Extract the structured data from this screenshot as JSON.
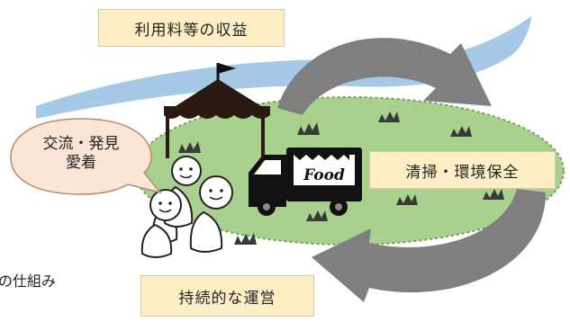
{
  "labels": {
    "revenue": "利用料等の収益",
    "cleaning": "清掃・環境保全",
    "operation": "持続的な運営",
    "exchange_line1": "交流・発見",
    "exchange_line2": "愛着",
    "caption": "の仕組み",
    "food_truck_sign": "Food"
  },
  "colors": {
    "label_box": "#fdeec6",
    "park_lawn": "#a9d18e",
    "sky_stream": "#9dc3e6",
    "cycle_arrow": "#7f7f7f",
    "speech_bubble": "#fbe5d6"
  },
  "icons": [
    "tent-icon",
    "food-truck-icon",
    "person-icon",
    "grass-tuft-icon",
    "cycle-arrow-icon"
  ]
}
